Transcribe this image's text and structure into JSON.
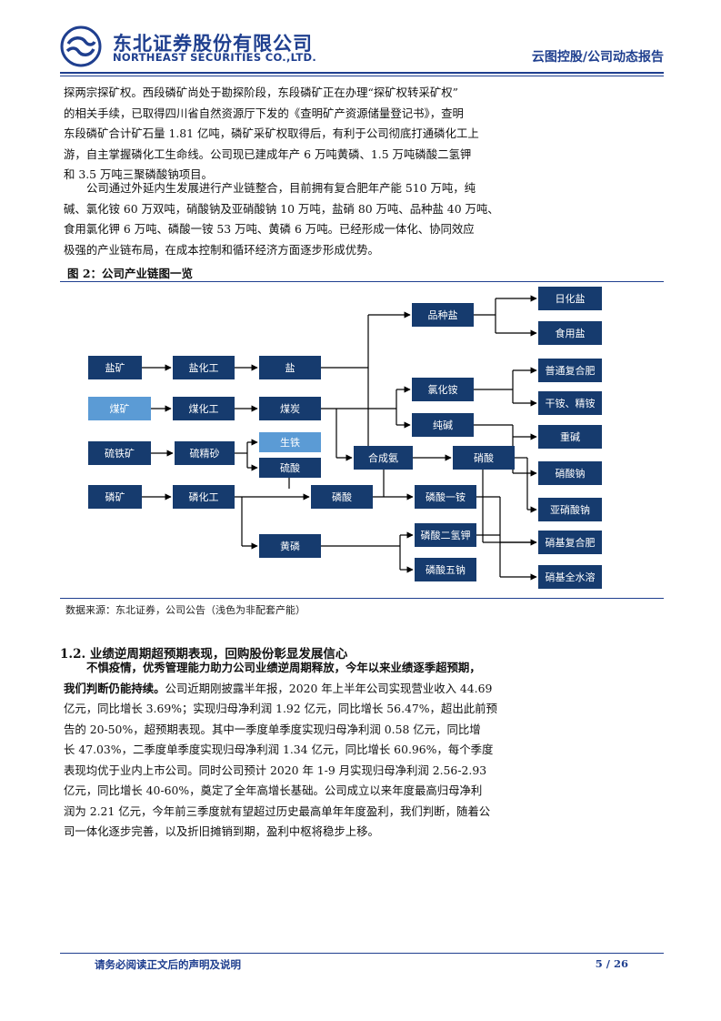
{
  "header": {
    "company_cn": "东北证券股份有限公司",
    "company_en": "NORTHEAST SECURITIES CO.,LTD.",
    "doc_type": "云图控股/公司动态报告"
  },
  "intro": {
    "lines": [
      "探两宗探矿权。西段磷矿尚处于勘探阶段，东段磷矿正在办理“探矿权转采矿权”",
      "的相关手续，已取得四川省自然资源厅下发的《查明矿产资源储量登记书》，查明",
      "东段磷矿合计矿石量 1.81 亿吨，磷矿采矿权取得后，有利于公司彻底打通磷化工上",
      "游，自主掌握磷化工生命线。公司现已建成年产 6 万吨黄磷、1.5 万吨磷酸二氢钾",
      "和 3.5 万吨三聚磷酸钠项目。"
    ]
  },
  "chain_para": {
    "lines": [
      "公司通过外延内生发展进行产业链整合，目前拥有复合肥年产能 510 万吨，纯",
      "碱、氯化铵 60 万双吨，硝酸钠及亚硝酸钠 10 万吨，盐硝 80 万吨、品种盐 40 万吨、",
      "食用氯化钾 6 万吨、磷酸一铵 53 万吨、黄磷 6 万吨。已经形成一体化、协同效应",
      "极强的产业链布局，在成本控制和循环经济方面逐步形成优势。"
    ]
  },
  "figure": {
    "title": "图 2：公司产业链图一览",
    "source": "数据来源：东北证券，公司公告（浅色为非配套产能）",
    "nodes": {
      "yankuang": "盐矿",
      "yanhuagong": "盐化工",
      "yan": "盐",
      "pinzhongyan": "品种盐",
      "rihuayan": "日化盐",
      "shiyongyan": "食用盐",
      "meikuang": "煤矿",
      "meihuagong": "煤化工",
      "meitan": "煤炭",
      "lvhuaan": "氯化铵",
      "chunjian": "纯碱",
      "putongfuhefei": "普通复合肥",
      "ganan": "干铵、精铵",
      "zhongjian": "重碱",
      "liutiekuang": "硫铁矿",
      "liujingsha": "硫精砂",
      "shengtie": "生铁",
      "liusuan": "硫酸",
      "hechengan": "合成氨",
      "xiaosuan": "硝酸",
      "xiaosuanna": "硝酸钠",
      "linkuang": "磷矿",
      "linhuagong": "磷化工",
      "linsuan": "磷酸",
      "linsuanyian": "磷酸一铵",
      "yaxiaosuanna": "亚硝酸钠",
      "huanglin": "黄磷",
      "linsuanerqingjia": "磷酸二氢钾",
      "xiaojifuhefei": "硝基复合肥",
      "linsuanwuna": "磷酸五钠",
      "xiaojiquanshuirong": "硝基全水溶"
    }
  },
  "section": {
    "heading": "1.2.   业绩逆周期超预期表现，回购股份彰显发展信心"
  },
  "perf_para": {
    "bold_lines": [
      "不惧疫情，优秀管理能力助力公司业绩逆周期释放，今年以来业绩逐季超预期，",
      "我们判断仍能持续。"
    ],
    "line2_rest": "公司近期刚披露半年报，2020 年上半年公司实现营业收入 44.69",
    "lines": [
      "亿元，同比增长 3.69%；实现归母净利润 1.92 亿元，同比增长 56.47%，超出此前预",
      "告的 20-50%，超预期表现。其中一季度单季度实现归母净利润 0.58 亿元，同比增",
      "长 47.03%，二季度单季度实现归母净利润 1.34 亿元，同比增长 60.96%，每个季度",
      "表现均优于业内上市公司。同时公司预计 2020 年 1-9 月实现归母净利润 2.56-2.93",
      "亿元，同比增长 40-60%，奠定了全年高增长基础。公司成立以来年度最高归母净利",
      "润为 2.21 亿元，今年前三季度就有望超过历史最高单年年度盈利，我们判断，随着公",
      "司一体化逐步完善，以及折旧摊销到期，盈利中枢将稳步上移。"
    ]
  },
  "footer": {
    "disclaimer": "请务必阅读正文后的声明及说明",
    "page": "5 / 26"
  },
  "colors": {
    "brand": "#1f3f8f",
    "box": "#163b6e",
    "box_light": "#5b9bd5"
  }
}
